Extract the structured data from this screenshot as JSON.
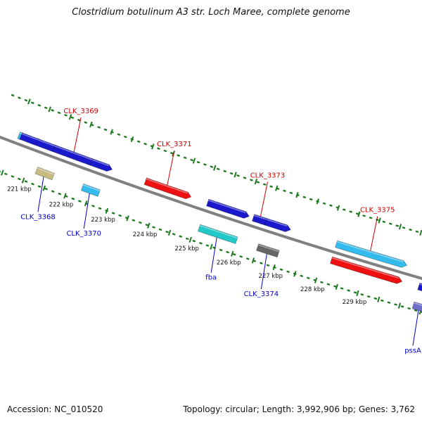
{
  "title": "Clostridium botulinum A3 str. Loch Maree, complete genome",
  "footer": {
    "accession": "Accession: NC_010520",
    "summary": "Topology: circular; Length: 3,992,906 bp; Genes: 3,762"
  },
  "colors": {
    "backbone": "#808080",
    "tick_green": "#1e7a1e",
    "forward_label": "#cc0000",
    "reverse_label": "#0000cc",
    "gene_blue": "#1a1acc",
    "gene_red": "#ee1111",
    "gene_cyan": "#33bbee",
    "gene_teal": "#22c8c8",
    "gene_khaki": "#c8bc80",
    "gene_gray": "#666666",
    "gene_purple": "#7070cc"
  },
  "scale": {
    "ticks": [
      {
        "kbp": 221,
        "label": "221 kbp"
      },
      {
        "kbp": 222,
        "label": "222 kbp"
      },
      {
        "kbp": 223,
        "label": "223 kbp"
      },
      {
        "kbp": 224,
        "label": "224 kbp"
      },
      {
        "kbp": 225,
        "label": "225 kbp"
      },
      {
        "kbp": 226,
        "label": "226 kbp"
      },
      {
        "kbp": 227,
        "label": "227 kbp"
      },
      {
        "kbp": 228,
        "label": "228 kbp"
      },
      {
        "kbp": 229,
        "label": "229 kbp"
      }
    ]
  },
  "genes": [
    {
      "name": "",
      "strand": "+",
      "start_kbp": 220.55,
      "end_kbp": 220.6,
      "color": "gene_cyan",
      "lane": 1
    },
    {
      "name": "",
      "strand": "+",
      "start_kbp": 220.6,
      "end_kbp": 221.0,
      "color": "gene_blue",
      "lane": 1
    },
    {
      "name": "",
      "strand": "+",
      "start_kbp": 221.0,
      "end_kbp": 221.4,
      "color": "gene_blue",
      "lane": 1
    },
    {
      "name": "CLK_3368",
      "strand": "-",
      "start_kbp": 221.2,
      "end_kbp": 221.6,
      "color": "gene_khaki",
      "lane": 2
    },
    {
      "name": "CLK_3369",
      "strand": "+",
      "start_kbp": 221.4,
      "end_kbp": 222.3,
      "color": "gene_blue",
      "lane": 1
    },
    {
      "name": "",
      "strand": "+",
      "start_kbp": 222.3,
      "end_kbp": 222.7,
      "color": "gene_blue",
      "lane": 1
    },
    {
      "name": "CLK_3370",
      "strand": "-",
      "start_kbp": 222.3,
      "end_kbp": 222.7,
      "color": "gene_cyan",
      "lane": 2
    },
    {
      "name": "CLK_3371",
      "strand": "+",
      "start_kbp": 223.6,
      "end_kbp": 224.6,
      "color": "gene_red",
      "lane": 1
    },
    {
      "name": "",
      "strand": "+",
      "start_kbp": 225.1,
      "end_kbp": 226.0,
      "color": "gene_blue",
      "lane": 1
    },
    {
      "name": "fba",
      "strand": "-",
      "start_kbp": 225.1,
      "end_kbp": 226.0,
      "color": "gene_teal",
      "lane": 2
    },
    {
      "name": "CLK_3373",
      "strand": "+",
      "start_kbp": 226.2,
      "end_kbp": 226.5,
      "color": "gene_blue",
      "lane": 1
    },
    {
      "name": "",
      "strand": "+",
      "start_kbp": 226.5,
      "end_kbp": 227.0,
      "color": "gene_blue",
      "lane": 1
    },
    {
      "name": "CLK_3374",
      "strand": "-",
      "start_kbp": 226.5,
      "end_kbp": 227.0,
      "color": "gene_gray",
      "lane": 2
    },
    {
      "name": "CLK_3375",
      "strand": "+",
      "start_kbp": 228.2,
      "end_kbp": 229.8,
      "color": "gene_cyan",
      "lane": 1
    },
    {
      "name": "",
      "strand": "+",
      "start_kbp": 228.2,
      "end_kbp": 229.8,
      "color": "gene_red",
      "lane": 2
    },
    {
      "name": "",
      "strand": "+",
      "start_kbp": 230.3,
      "end_kbp": 230.5,
      "color": "gene_red",
      "lane": 1
    },
    {
      "name": "",
      "strand": "+",
      "start_kbp": 230.3,
      "end_kbp": 230.5,
      "color": "gene_blue",
      "lane": 2
    },
    {
      "name": "pssA",
      "strand": "-",
      "start_kbp": 230.3,
      "end_kbp": 230.6,
      "color": "gene_purple",
      "lane": 3
    }
  ]
}
